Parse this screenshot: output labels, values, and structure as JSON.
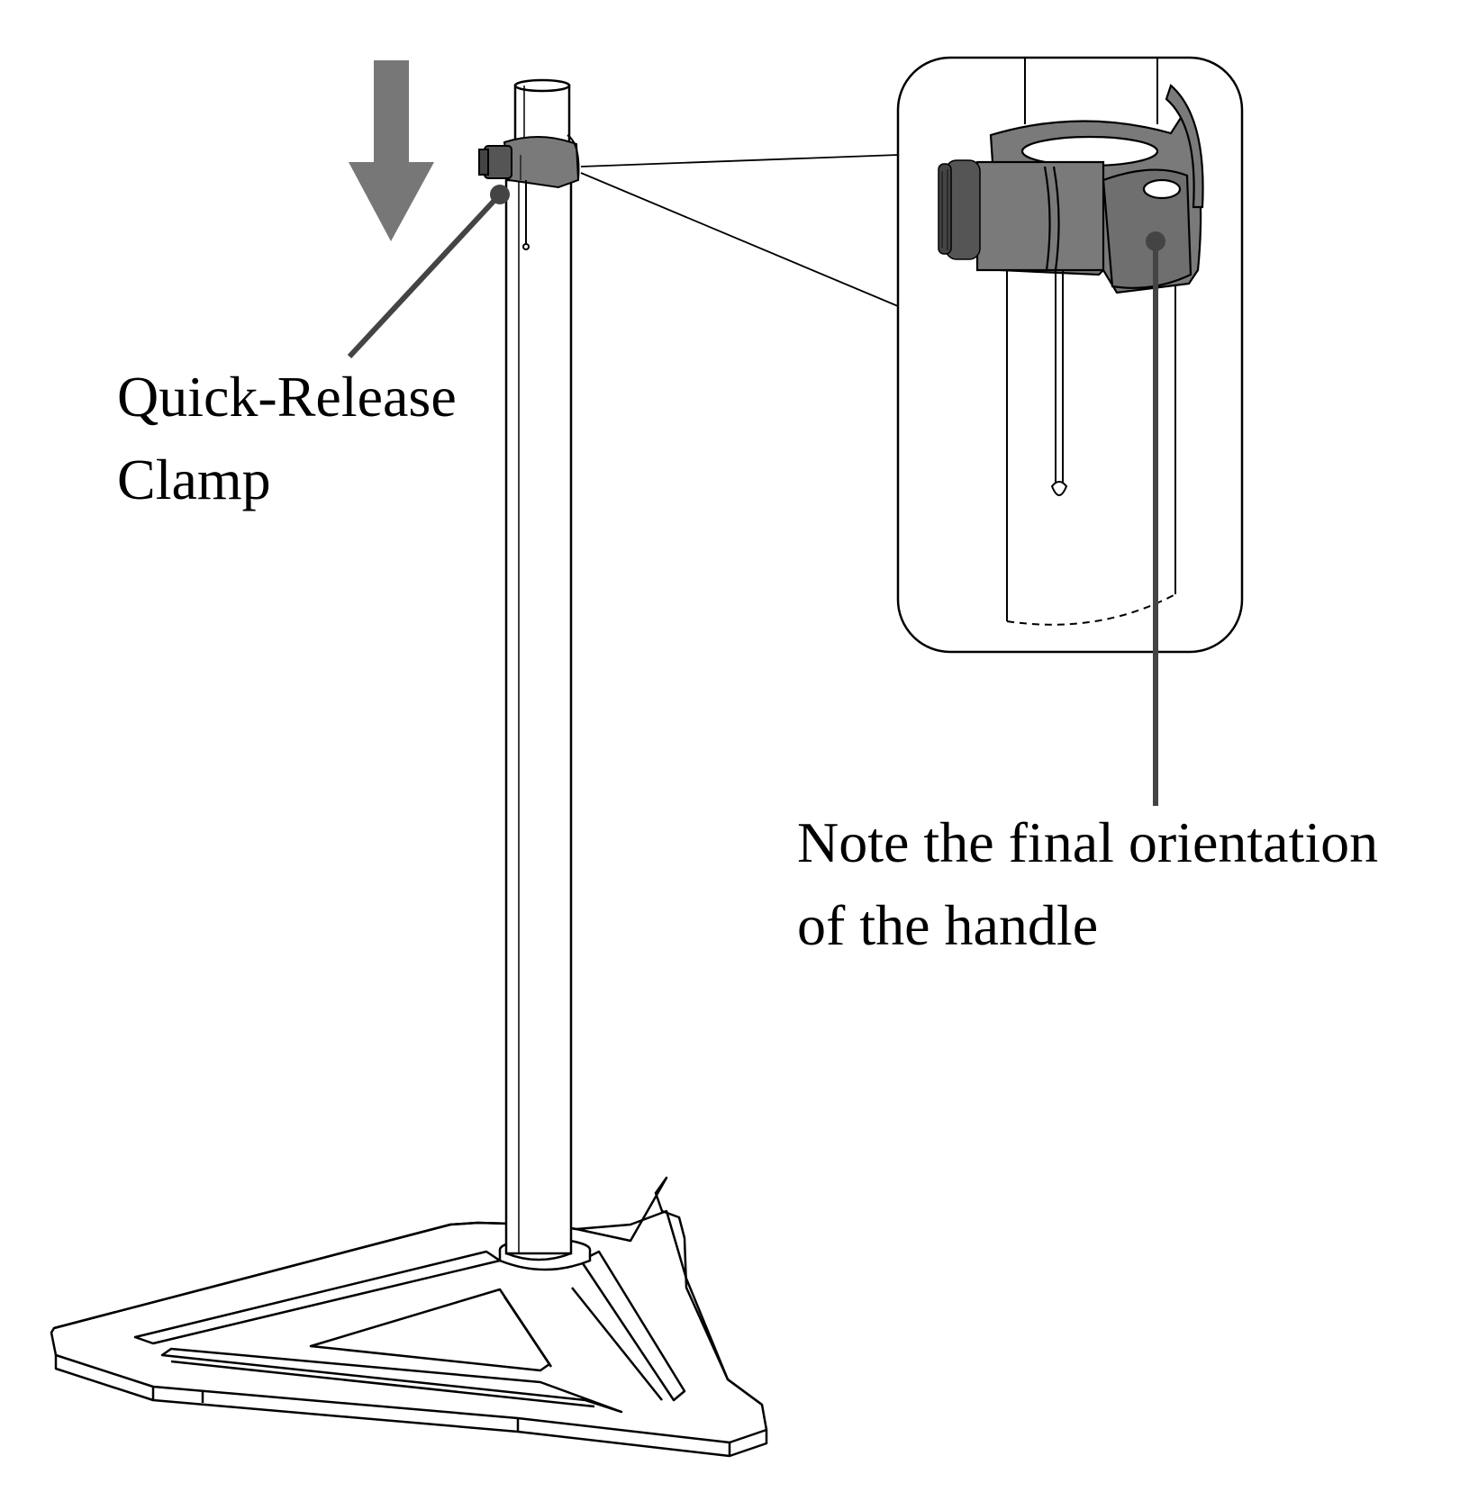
{
  "labels": {
    "clamp": {
      "line1": "Quick-Release",
      "line2": "Clamp"
    },
    "note": {
      "line1": "Note the final orientation",
      "line2": "of the handle"
    }
  },
  "colors": {
    "line": "#000000",
    "part_gray": "#7a7a7a",
    "dark_part": "#555555",
    "arrow": "#777777",
    "leader": "#444444",
    "background": "#ffffff"
  },
  "icons": {
    "arrow": "down-arrow-icon"
  }
}
